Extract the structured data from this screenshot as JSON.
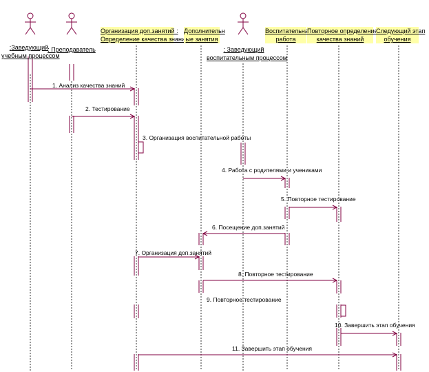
{
  "lifelines": [
    {
      "id": "zav",
      "kind": "actor",
      "label_lines": [
        "Заведующий",
        "учебным процессом"
      ],
      "label_prefix": ":"
    },
    {
      "id": "prep",
      "kind": "actor",
      "label_lines": [
        ": Преподаватель"
      ]
    },
    {
      "id": "org",
      "kind": "object",
      "label_lines": [
        "Организация доп.занятий :",
        "Определение качества знаний"
      ]
    },
    {
      "id": "dop",
      "kind": "object",
      "label_lines": [
        "Дополнительн",
        "ые занятия"
      ]
    },
    {
      "id": "zavv",
      "kind": "actor",
      "label_lines": [
        ": Заведующий",
        "воспитательным процессом"
      ]
    },
    {
      "id": "vosp",
      "kind": "object",
      "label_lines": [
        "Воспитательная",
        "работа"
      ]
    },
    {
      "id": "povt",
      "kind": "object",
      "label_lines": [
        "Повторное определение",
        "качества знаний"
      ]
    },
    {
      "id": "sled",
      "kind": "object",
      "label_lines": [
        "Следующий этап",
        "обучения"
      ]
    }
  ],
  "messages": [
    {
      "n": 1,
      "text": "1. Анализ качества знаний"
    },
    {
      "n": 2,
      "text": "2. Тестирование"
    },
    {
      "n": 3,
      "text": "3. Организация воспитательной работы"
    },
    {
      "n": 4,
      "text": "4. Работа с родителями и учениками"
    },
    {
      "n": 5,
      "text": "5. Повторное тестирование"
    },
    {
      "n": 6,
      "text": "6. Посещение доп.занятий"
    },
    {
      "n": 7,
      "text": "7. Организация доп.занятий"
    },
    {
      "n": 8,
      "text": "8. Повторное тестирование"
    },
    {
      "n": 9,
      "text": "9. Повторное тестирование"
    },
    {
      "n": 10,
      "text": "10. Завершить этап обучения"
    },
    {
      "n": 11,
      "text": "11. Завершить этап обучения"
    }
  ],
  "colors": {
    "line": "#800040",
    "lifeline": "#000000",
    "highlight": "#ffffa8"
  }
}
